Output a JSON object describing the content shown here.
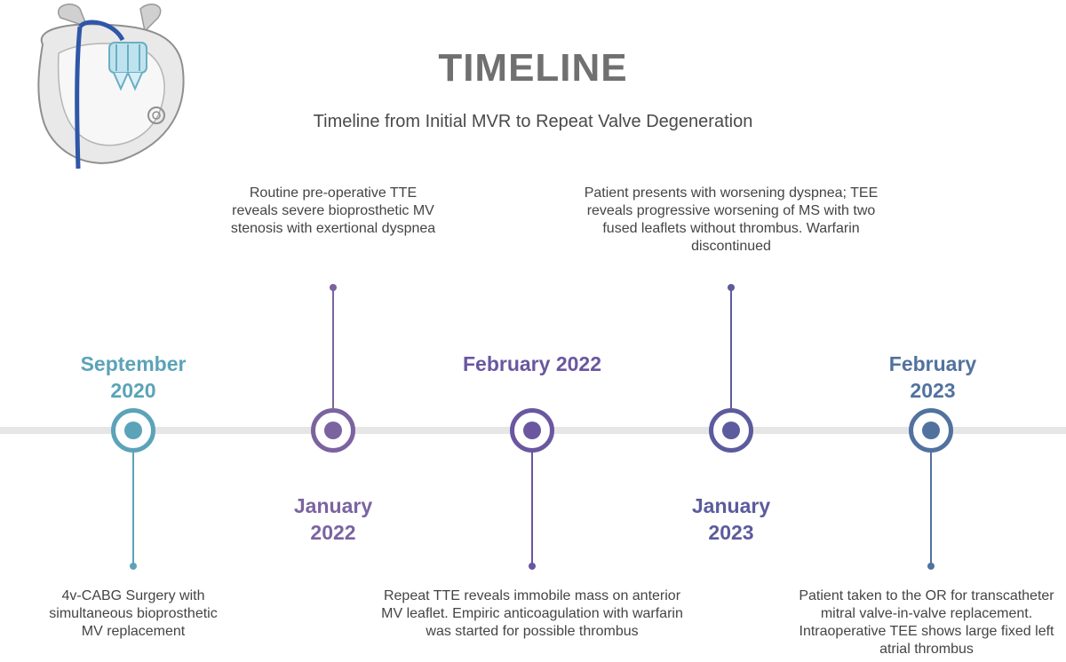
{
  "header": {
    "title": "TIMELINE",
    "subtitle": "Timeline from Initial MVR to Repeat Valve Degeneration"
  },
  "illustration": {
    "icon": "heart-with-valve-illustration"
  },
  "events": [
    {
      "date": "September\n2020",
      "description": "4v-CABG Surgery with simultaneous bioprosthetic MV replacement",
      "color": "#5ba3b8"
    },
    {
      "date": "January\n2022",
      "description": "Routine pre-operative TTE reveals severe bioprosthetic MV stenosis with exertional dyspnea",
      "color": "#7b63a0"
    },
    {
      "date": "February 2022",
      "description": "Repeat TTE reveals immobile mass on anterior MV leaflet. Empiric anticoagulation with warfarin was started for possible thrombus",
      "color": "#6a57a0"
    },
    {
      "date": "January\n2023",
      "description": "Patient presents with worsening dyspnea; TEE reveals progressive worsening of MS with two fused leaflets without thrombus. Warfarin discontinued",
      "color": "#5c5b9d"
    },
    {
      "date": "February\n2023",
      "description": "Patient taken to the OR for transcatheter mitral valve-in-valve replacement. Intraoperative TEE shows large fixed left atrial thrombus",
      "color": "#51729f"
    }
  ]
}
